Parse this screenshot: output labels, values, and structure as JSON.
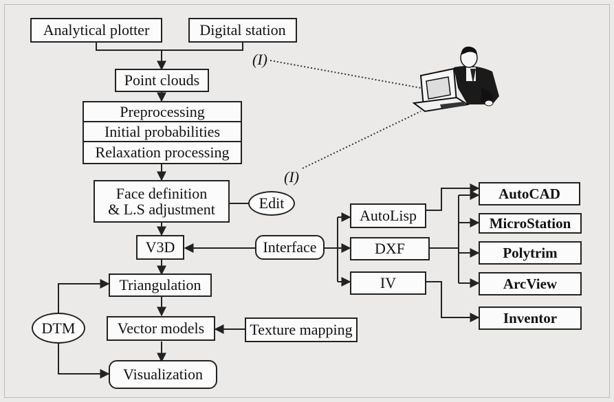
{
  "nodes": {
    "analytical_plotter": "Analytical plotter",
    "digital_station": "Digital station",
    "point_clouds": "Point clouds",
    "preprocessing": "Preprocessing",
    "initial_probabilities": "Initial probabilities",
    "relaxation_processing": "Relaxation processing",
    "face_definition_line1": "Face definition",
    "face_definition_line2": "& L.S adjustment",
    "edit": "Edit",
    "v3d": "V3D",
    "interface": "Interface",
    "triangulation": "Triangulation",
    "dtm": "DTM",
    "vector_models": "Vector models",
    "texture_mapping": "Texture mapping",
    "visualization": "Visualization",
    "autolisp": "AutoLisp",
    "dxf": "DXF",
    "iv": "IV",
    "autocad": "AutoCAD",
    "microstation": "MicroStation",
    "polytrim": "Polytrim",
    "arcview": "ArcView",
    "inventor": "Inventor"
  },
  "labels": {
    "interaction_top": "(I)",
    "interaction_bottom": "(I)"
  },
  "icons": {
    "operator": "person-at-computer-icon"
  },
  "colors": {
    "background": "#eceae8",
    "box_fill": "#fbfbfb",
    "stroke": "#222222"
  }
}
